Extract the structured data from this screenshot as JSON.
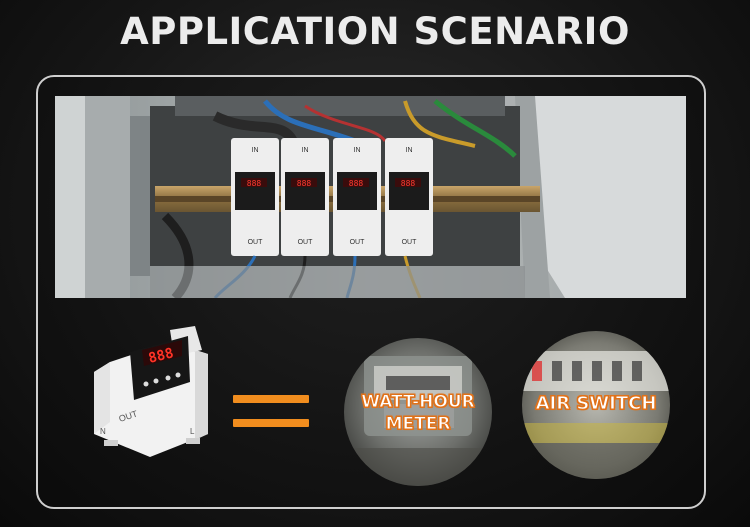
{
  "title": "APPLICATION SCENARIO",
  "photo": {
    "device_labels": [
      "IN",
      "OUT"
    ],
    "device_displays": [
      "888",
      "888",
      "888",
      "888"
    ],
    "count": 4
  },
  "product": {
    "display": "888",
    "side_label": "OUT",
    "terminals": [
      "N",
      "L"
    ]
  },
  "equals_color": "#f18d1e",
  "circles": [
    {
      "line1": "WATT-HOUR",
      "line2": "METER"
    },
    {
      "line1": "AIR SWITCH",
      "line2": ""
    }
  ],
  "accent_color": "#e0721a"
}
